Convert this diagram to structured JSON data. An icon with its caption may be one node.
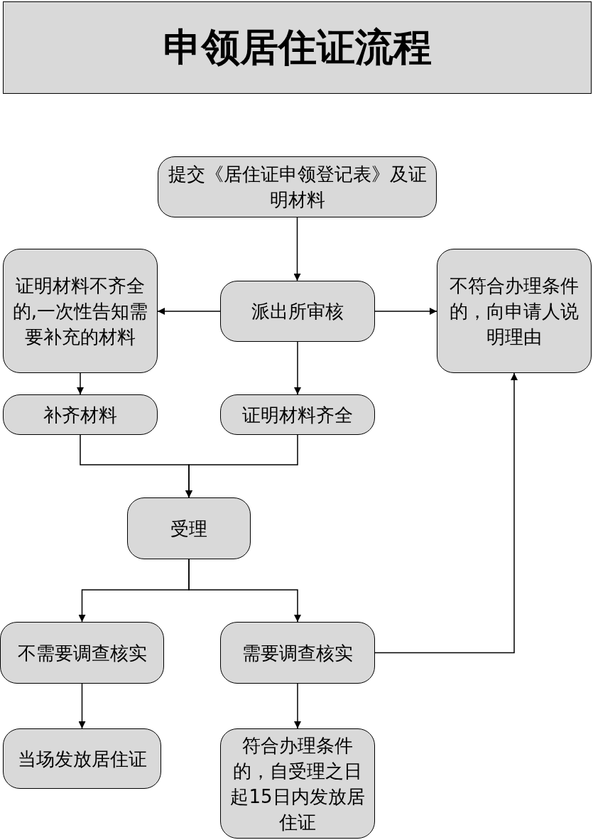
{
  "diagram": {
    "title": "申领居住证流程",
    "nodes": [
      {
        "text": [
          "提交《居住证申领登记表》及证明材料"
        ]
      },
      {
        "text": [
          "派出所审核"
        ]
      },
      {
        "text": [
          "证明材料不齐全的,一次性告知需要补充的材料"
        ]
      },
      {
        "text": [
          "不符合办理条件的，向申请人说明理由"
        ]
      },
      {
        "text": [
          "补齐材料"
        ]
      },
      {
        "text": [
          "证明材料齐全"
        ]
      },
      {
        "text": [
          "受理"
        ]
      },
      {
        "text": [
          "不需要调查核实"
        ]
      },
      {
        "text": [
          "需要调查核实"
        ]
      },
      {
        "text": [
          "当场发放居住证"
        ]
      },
      {
        "text": [
          "符合办理条件的，自受理之日起15日内发放居住证"
        ]
      }
    ],
    "edges": [
      {
        "from": 0,
        "to": 1,
        "arrow": "to"
      },
      {
        "from": 1,
        "to": 2,
        "arrow": "to"
      },
      {
        "from": 1,
        "to": 3,
        "arrow": "to"
      },
      {
        "from": 2,
        "to": 4,
        "arrow": "to"
      },
      {
        "from": 1,
        "to": 5,
        "arrow": "to"
      },
      {
        "from": 4,
        "to": 6,
        "arrow": "to"
      },
      {
        "from": 5,
        "to": 6,
        "arrow": "to"
      },
      {
        "from": 6,
        "to": 7,
        "arrow": "to"
      },
      {
        "from": 6,
        "to": 8,
        "arrow": "to"
      },
      {
        "from": 8,
        "to": 3,
        "arrow": "to"
      },
      {
        "from": 7,
        "to": 9,
        "arrow": "to"
      },
      {
        "from": 8,
        "to": 10,
        "arrow": "to"
      }
    ]
  }
}
